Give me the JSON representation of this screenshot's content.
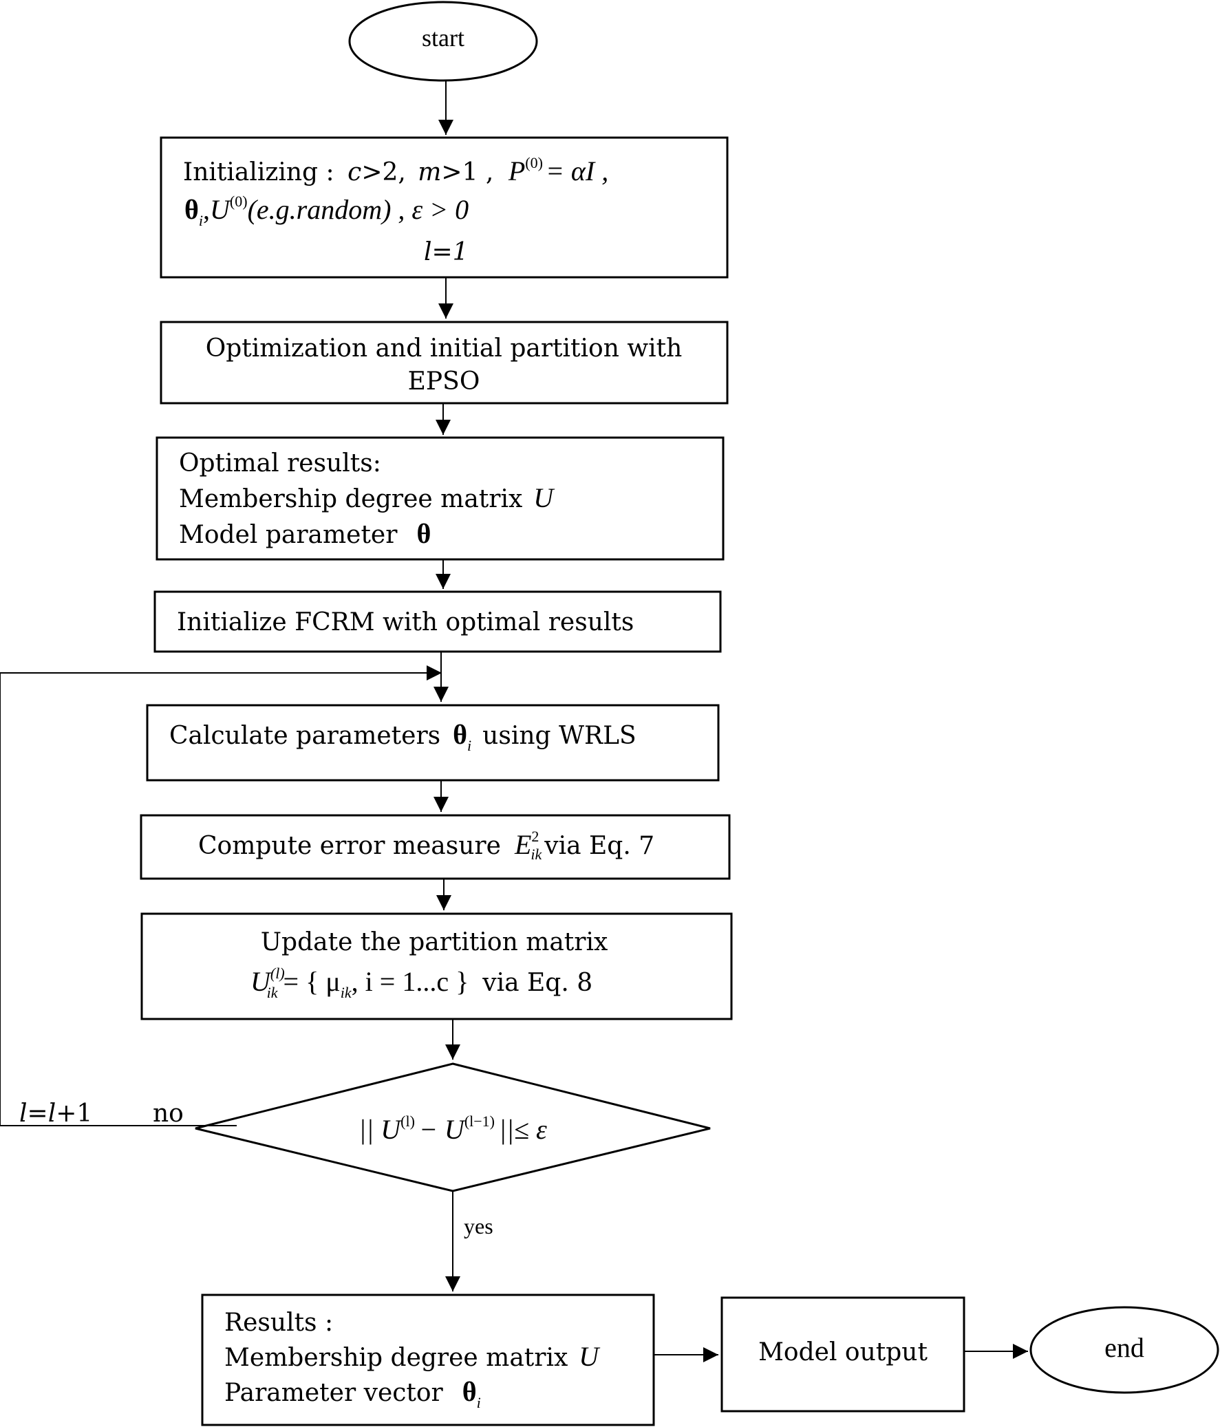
{
  "start": "start",
  "end": "end",
  "init": {
    "label": "Initializing :",
    "c": "c",
    "c_cond": ">2,",
    "m": "m",
    "m_cond": ">1 ,",
    "P": "P",
    "P_sup": "(0)",
    "P_rhs": "= αI ,",
    "theta": "θ",
    "theta_sub": "i",
    "comma": ",",
    "U": "U",
    "U_sup": "(0)",
    "U_rhs": "(e.g.random) ,  ε > 0",
    "l_var": "l",
    "l_init": "=1"
  },
  "epso": {
    "line1": "Optimization and initial partition with",
    "line2": "EPSO"
  },
  "optimal": {
    "line1": "Optimal results:",
    "line2": "Membership degree matrix",
    "line2_sym": "U",
    "line3": "Model parameter",
    "line3_sym": "θ"
  },
  "fcrm": {
    "text": "Initialize FCRM with optimal results"
  },
  "calc": {
    "pre": "Calculate parameters",
    "sym": "θ",
    "sub": "i",
    "post": "using WRLS"
  },
  "error": {
    "pre": "Compute error measure",
    "sym": "E",
    "sup": "2",
    "sub": "ik",
    "post": "via Eq. 7"
  },
  "update": {
    "line1": "Update the partition matrix",
    "sym": "U",
    "sup": "(l)",
    "sub": "ik",
    "rhs": "= { μ",
    "rhs_sub": "ik",
    "rhs2": ", i = 1...c }",
    "post": "via Eq. 8"
  },
  "decision": {
    "left": "|| U",
    "sup1": "(l)",
    "mid": "− U",
    "sup2": "(l−1)",
    "right": "||≤ ε"
  },
  "loop": {
    "l1": "l",
    "eq": "=",
    "l2": "l",
    "plus": "+1",
    "no": "no",
    "yes": "yes"
  },
  "results": {
    "line1": "Results :",
    "line2": "Membership degree matrix",
    "line2_sym": "U",
    "line3": "Parameter vector",
    "line3_sym": "θ",
    "line3_sub": "i"
  },
  "output": {
    "text": "Model output"
  }
}
